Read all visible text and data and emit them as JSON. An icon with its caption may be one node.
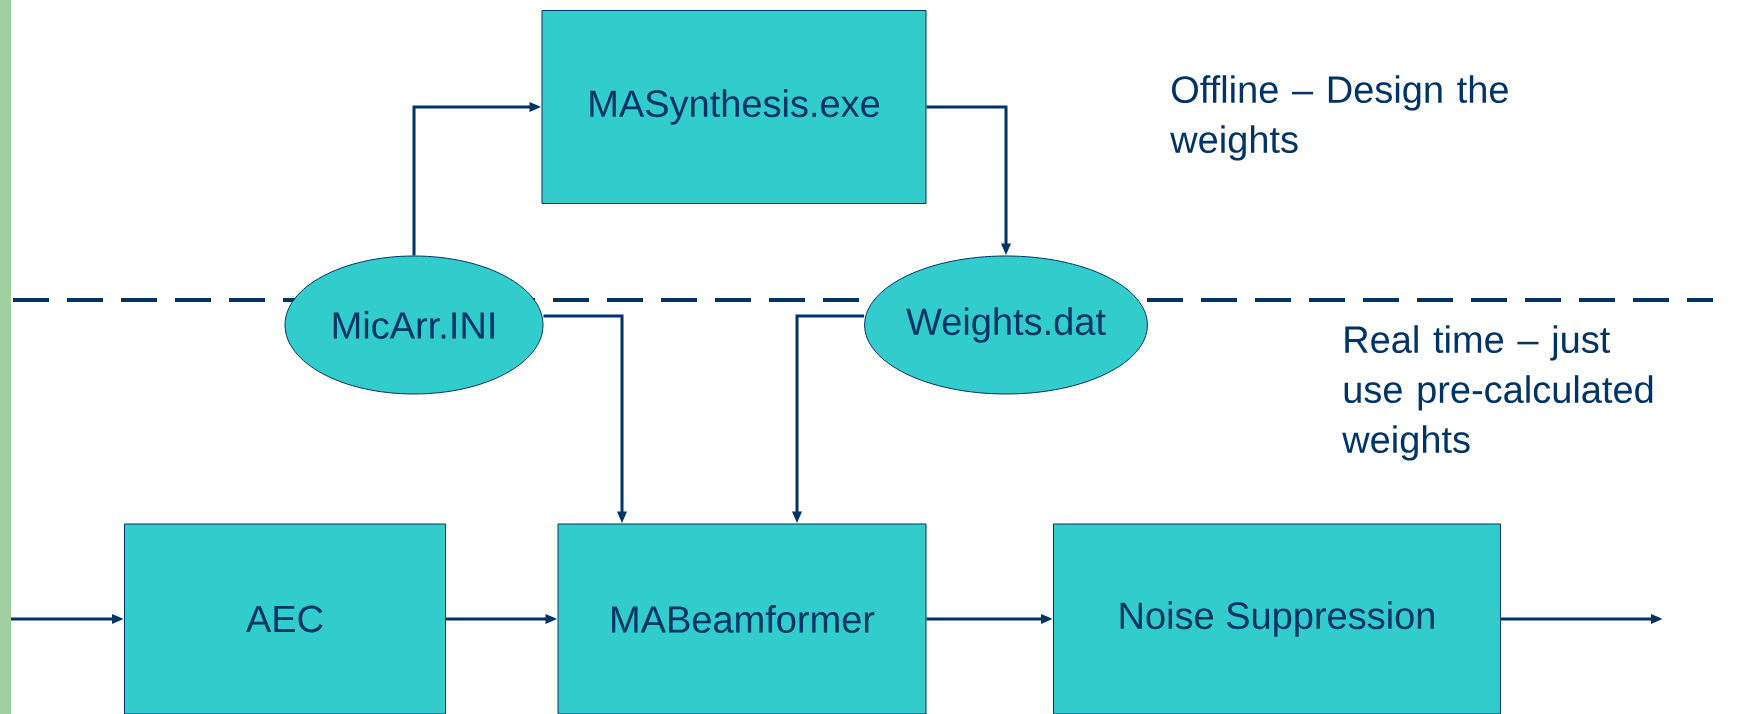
{
  "diagram": {
    "nodes": [
      {
        "text": [
          "MASynthesis.exe"
        ]
      },
      {
        "text": [
          "MicArr.INI"
        ]
      },
      {
        "text": [
          "Weights.dat"
        ]
      },
      {
        "text": [
          "AEC"
        ]
      },
      {
        "text": [
          "MABeamformer"
        ]
      },
      {
        "text": [
          "Noise Suppression"
        ]
      }
    ],
    "edges": [
      {
        "from": 1,
        "to": 0,
        "arrow": "to"
      },
      {
        "from": 0,
        "to": 2,
        "arrow": "to"
      },
      {
        "from": 1,
        "to": 4,
        "arrow": "to"
      },
      {
        "from": 2,
        "to": 4,
        "arrow": "to"
      },
      {
        "from": null,
        "to": 3,
        "arrow": "to"
      },
      {
        "from": 3,
        "to": 4,
        "arrow": "to"
      },
      {
        "from": 4,
        "to": 5,
        "arrow": "to"
      },
      {
        "from": 5,
        "to": null,
        "arrow": "to"
      }
    ],
    "labels": [
      "Offline – Design the weights",
      "Real time – just use pre-calculated weights"
    ]
  }
}
